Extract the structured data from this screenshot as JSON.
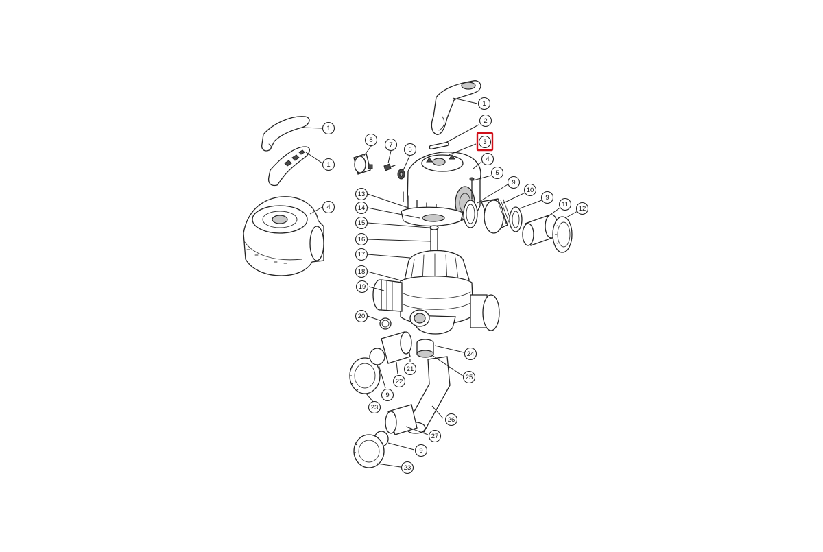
{
  "diagram": {
    "highlight_color": "#d0101a",
    "highlighted_label": "3",
    "callouts": [
      {
        "id": "c1-top",
        "label": "1"
      },
      {
        "id": "c2",
        "label": "2"
      },
      {
        "id": "c3",
        "label": "3"
      },
      {
        "id": "c4-right",
        "label": "4"
      },
      {
        "id": "c5",
        "label": "5"
      },
      {
        "id": "c9-a",
        "label": "9"
      },
      {
        "id": "c10",
        "label": "10"
      },
      {
        "id": "c9-b",
        "label": "9"
      },
      {
        "id": "c11",
        "label": "11"
      },
      {
        "id": "c12",
        "label": "12"
      },
      {
        "id": "c1-left-a",
        "label": "1"
      },
      {
        "id": "c1-left-b",
        "label": "1"
      },
      {
        "id": "c4-left",
        "label": "4"
      },
      {
        "id": "c8",
        "label": "8"
      },
      {
        "id": "c7",
        "label": "7"
      },
      {
        "id": "c6",
        "label": "6"
      },
      {
        "id": "c13",
        "label": "13"
      },
      {
        "id": "c14",
        "label": "14"
      },
      {
        "id": "c15",
        "label": "15"
      },
      {
        "id": "c16",
        "label": "16"
      },
      {
        "id": "c17",
        "label": "17"
      },
      {
        "id": "c18",
        "label": "18"
      },
      {
        "id": "c19",
        "label": "19"
      },
      {
        "id": "c20",
        "label": "20"
      },
      {
        "id": "c24",
        "label": "24"
      },
      {
        "id": "c21",
        "label": "21"
      },
      {
        "id": "c22",
        "label": "22"
      },
      {
        "id": "c25",
        "label": "25"
      },
      {
        "id": "c9-c",
        "label": "9"
      },
      {
        "id": "c23-a",
        "label": "23"
      },
      {
        "id": "c26",
        "label": "26"
      },
      {
        "id": "c27",
        "label": "27"
      },
      {
        "id": "c9-d",
        "label": "9"
      },
      {
        "id": "c23-b",
        "label": "23"
      }
    ]
  }
}
